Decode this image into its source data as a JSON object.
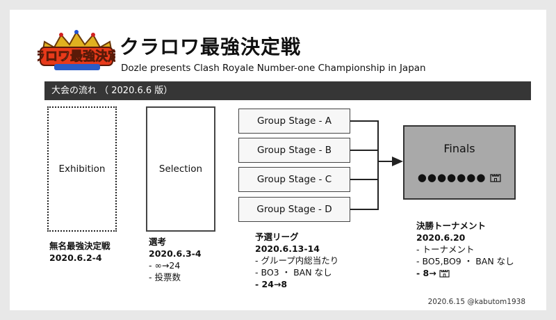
{
  "header": {
    "title": "クラロワ最強決定戦",
    "subtitle": "Dozle presents Clash Royale Number-one Championship in Japan",
    "logo_text": "クラロワ最強決定戦"
  },
  "section_bar": "大会の流れ （ 2020.6.6 版）",
  "stages": {
    "exhibition": "Exhibition",
    "selection": "Selection",
    "groups": [
      "Group Stage - A",
      "Group Stage - B",
      "Group Stage - C",
      "Group Stage - D"
    ],
    "finals_label": "Finals",
    "finals_dots": "●●●●●●●"
  },
  "info": {
    "exhibition": {
      "title": "無名最強決定戦",
      "date": "2020.6.2-4"
    },
    "selection": {
      "title": "選考",
      "date": "2020.6.3-4",
      "lines": [
        "- ∞→24",
        "- 投票数"
      ]
    },
    "group": {
      "title": "予選リーグ",
      "date": "2020.6.13-14",
      "lines": [
        "- グループ内総当たり",
        "- BO3 ・ BAN なし"
      ],
      "result": "- 24→8"
    },
    "finals": {
      "title": "決勝トーナメント",
      "date": "2020.6.20",
      "line1": "- トーナメント",
      "line2": "- BO5,BO9 ・ BAN なし",
      "result": "- 8→"
    }
  },
  "footer": "2020.6.15 @kabutom1938",
  "colors": {
    "bar": "#363636",
    "finals_fill": "#a9a9a9",
    "group_fill": "#f7f7f7"
  },
  "icons": {
    "finals_icon": "castle-icon",
    "logo": "tournament-logo"
  }
}
